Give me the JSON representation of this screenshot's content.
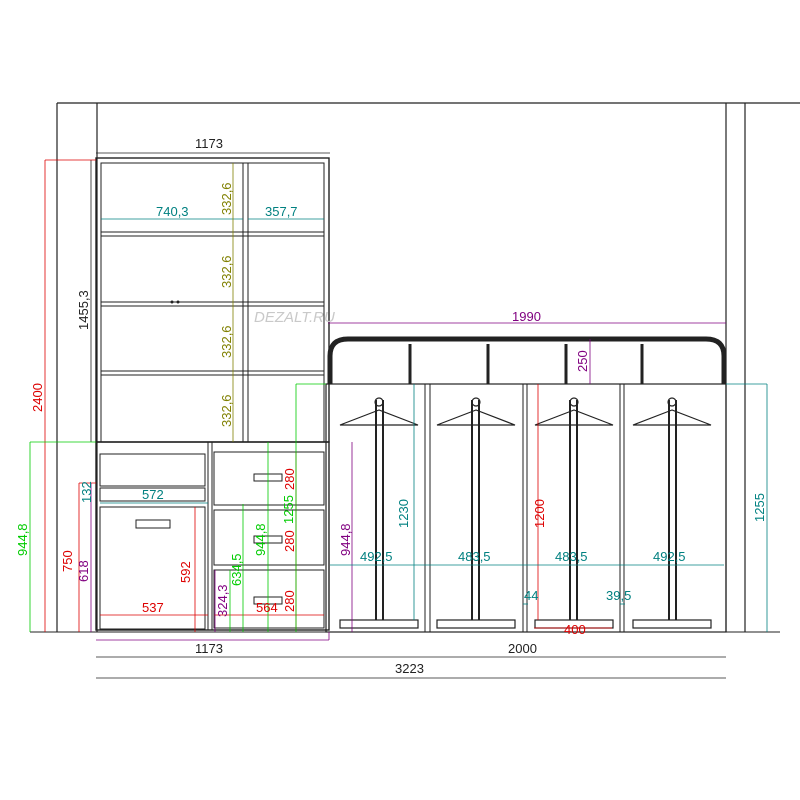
{
  "watermark": "DEZALT.RU",
  "colors": {
    "black": "#222222",
    "green": "#00cc00",
    "red": "#dd0000",
    "purple": "#800080",
    "teal": "#008080",
    "olive": "#808000",
    "gray": "#888888"
  },
  "dims": {
    "top_1173": "1173",
    "h_2400": "2400",
    "h_1455": "1455,3",
    "w_740": "740,3",
    "w_357": "357,7",
    "s1": "332,6",
    "s2": "332,6",
    "s3": "332,6",
    "s4": "332,6",
    "w_1990": "1990",
    "h_250": "250",
    "h_944_left": "944,8",
    "h_750": "750",
    "h_618": "618",
    "h_132": "132",
    "w_572": "572",
    "h_592": "592",
    "w_537": "537",
    "h_324": "324,3",
    "h_634": "634,5",
    "h_944_mid": "944,8",
    "w_564": "564",
    "d1": "280",
    "d2": "280",
    "d3": "280",
    "h_1255_mid": "1255",
    "h_944_right": "944,8",
    "h_1230": "1230",
    "h_1200": "1200",
    "h_1255_right": "1255",
    "r1": "492,5",
    "r2": "483,5",
    "r3": "483,5",
    "r4": "492,5",
    "w_44": "44",
    "w_39": "39,5",
    "w_400": "400",
    "bot_1173": "1173",
    "w_2000": "2000",
    "w_3223": "3223"
  }
}
